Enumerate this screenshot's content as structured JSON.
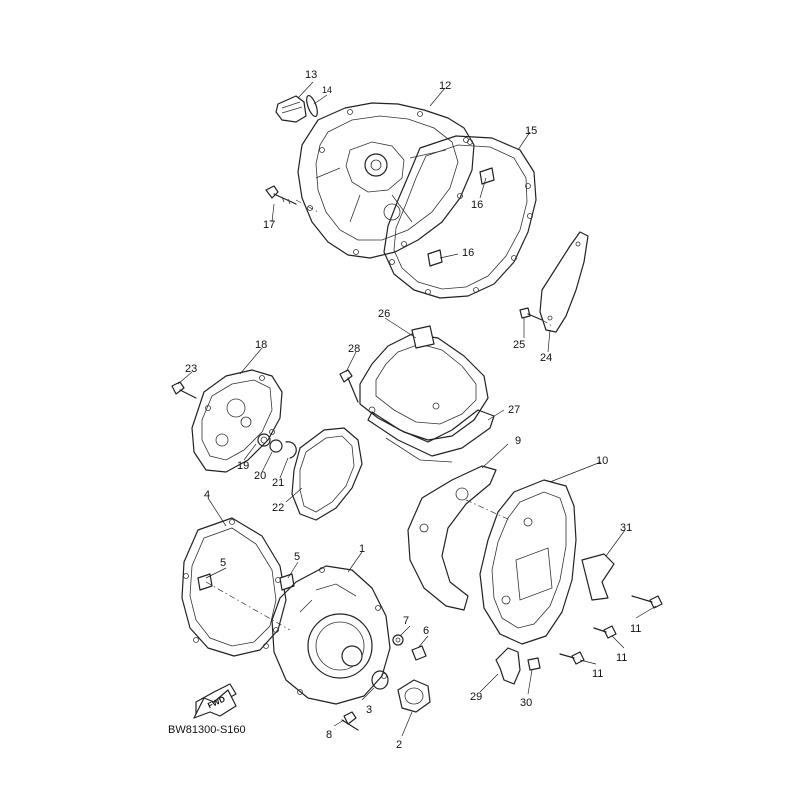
{
  "diagram_code": "BW81300-S160",
  "fwd_label": "FWD",
  "callouts": {
    "c1": "1",
    "c2": "2",
    "c3": "3",
    "c4": "4",
    "c5a": "5",
    "c5b": "5",
    "c6": "6",
    "c7": "7",
    "c8": "8",
    "c9": "9",
    "c10": "10",
    "c11a": "11",
    "c11b": "11",
    "c11c": "11",
    "c12": "12",
    "c13": "13",
    "c14": "14",
    "c15": "15",
    "c16a": "16",
    "c16b": "16",
    "c17": "17",
    "c18": "18",
    "c19": "19",
    "c20": "20",
    "c21": "21",
    "c22": "22",
    "c23": "23",
    "c24": "24",
    "c25": "25",
    "c26": "26",
    "c27": "27",
    "c28": "28",
    "c29": "29",
    "c30": "30",
    "c31": "31"
  },
  "colors": {
    "line": "#222222",
    "background": "#ffffff"
  }
}
